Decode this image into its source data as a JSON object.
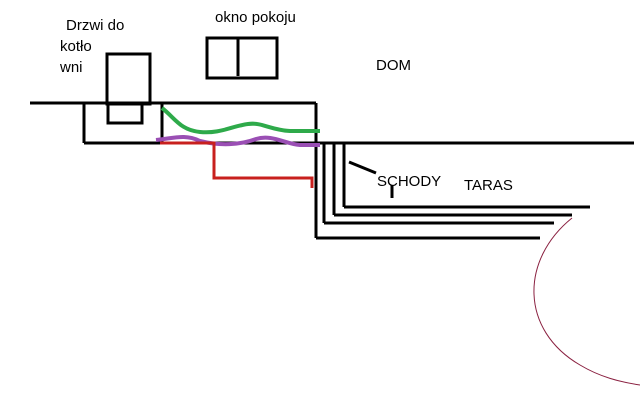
{
  "labels": {
    "door": [
      "Drzwi do",
      "kotło",
      "wni"
    ],
    "window": "okno pokoju",
    "house": "DOM",
    "stairs": "SCHODY",
    "terrace": "TARAS"
  },
  "colors": {
    "ink": "#000000",
    "green_line": "#2eaa4a",
    "purple_line": "#9a4fb4",
    "red_line": "#c8201e",
    "arc": "#8a2040"
  }
}
